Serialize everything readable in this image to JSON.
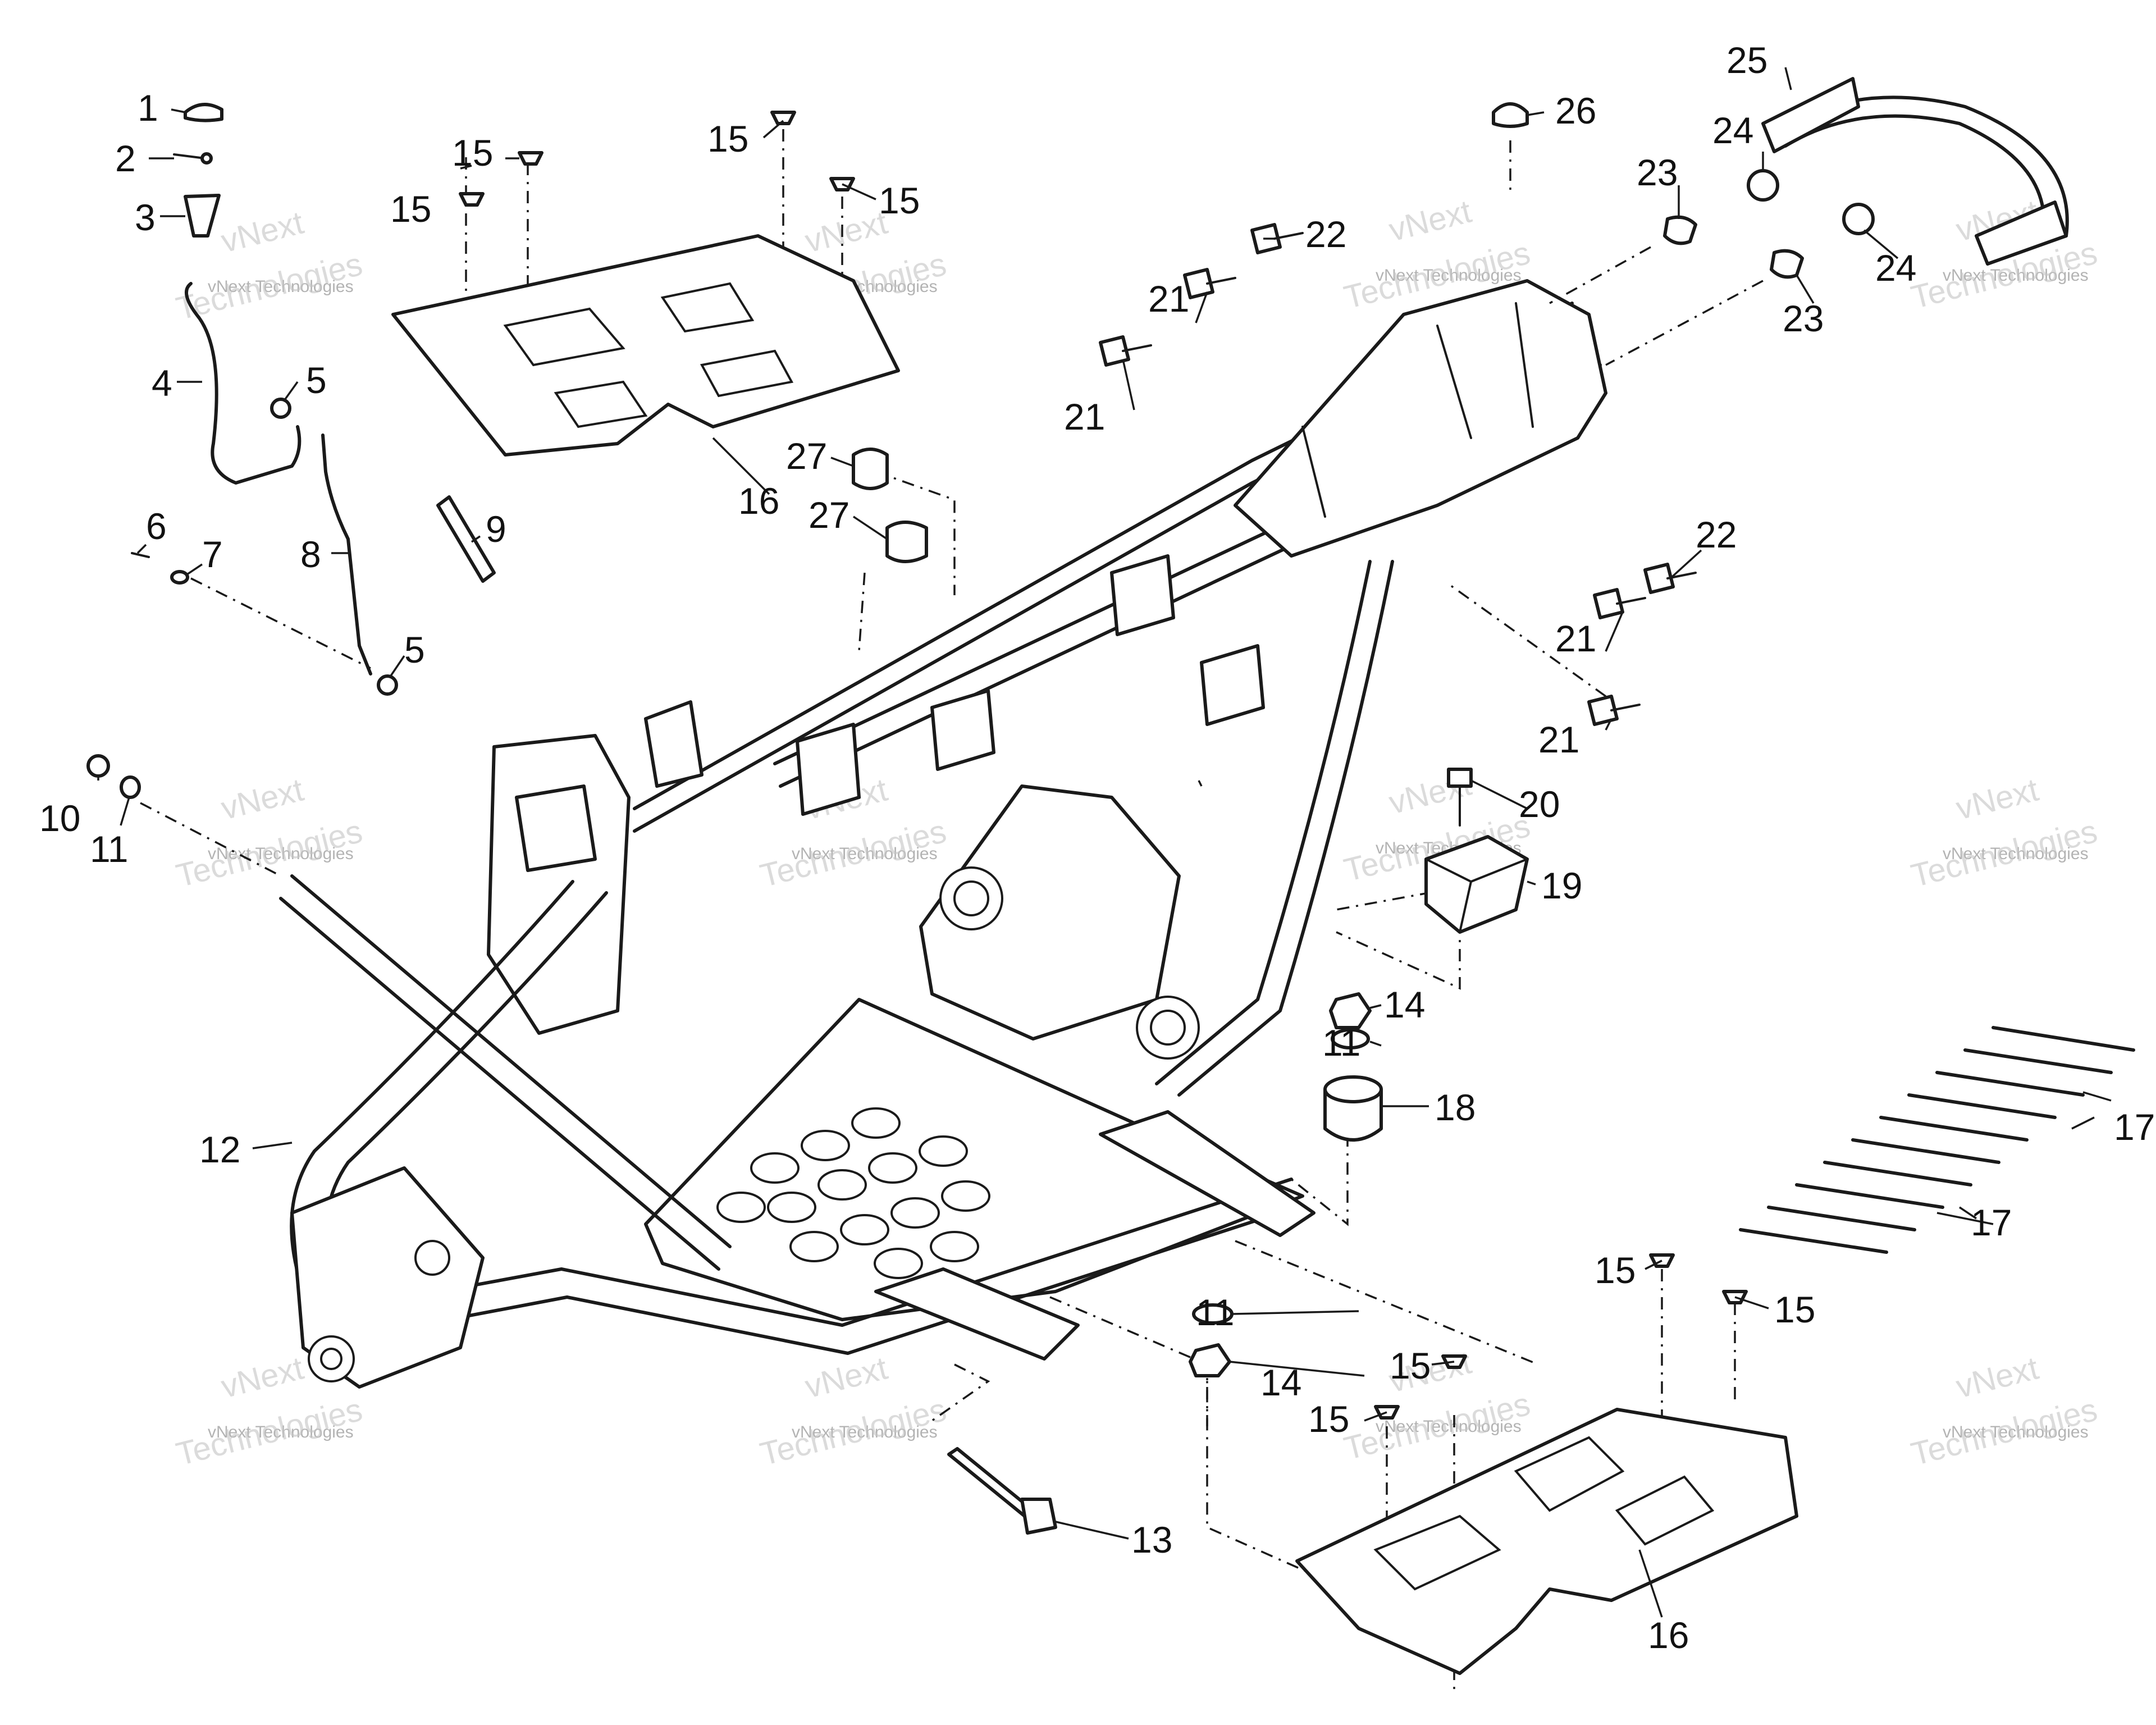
{
  "diagram": {
    "callouts": [
      {
        "id": "c1",
        "label": "1"
      },
      {
        "id": "c2",
        "label": "2"
      },
      {
        "id": "c3",
        "label": "3"
      },
      {
        "id": "c4",
        "label": "4"
      },
      {
        "id": "c5a",
        "label": "5"
      },
      {
        "id": "c5b",
        "label": "5"
      },
      {
        "id": "c6",
        "label": "6"
      },
      {
        "id": "c7",
        "label": "7"
      },
      {
        "id": "c8",
        "label": "8"
      },
      {
        "id": "c9",
        "label": "9"
      },
      {
        "id": "c10",
        "label": "10"
      },
      {
        "id": "c11a",
        "label": "11"
      },
      {
        "id": "c11b",
        "label": "11"
      },
      {
        "id": "c11c",
        "label": "11"
      },
      {
        "id": "c12",
        "label": "12"
      },
      {
        "id": "c13",
        "label": "13"
      },
      {
        "id": "c14a",
        "label": "14"
      },
      {
        "id": "c14b",
        "label": "14"
      },
      {
        "id": "c15a",
        "label": "15"
      },
      {
        "id": "c15b",
        "label": "15"
      },
      {
        "id": "c15c",
        "label": "15"
      },
      {
        "id": "c15d",
        "label": "15"
      },
      {
        "id": "c15e",
        "label": "15"
      },
      {
        "id": "c15f",
        "label": "15"
      },
      {
        "id": "c15g",
        "label": "15"
      },
      {
        "id": "c15h",
        "label": "15"
      },
      {
        "id": "c16a",
        "label": "16"
      },
      {
        "id": "c16b",
        "label": "16"
      },
      {
        "id": "c17a",
        "label": "17"
      },
      {
        "id": "c17b",
        "label": "17"
      },
      {
        "id": "c18",
        "label": "18"
      },
      {
        "id": "c19",
        "label": "19"
      },
      {
        "id": "c20",
        "label": "20"
      },
      {
        "id": "c21a",
        "label": "21"
      },
      {
        "id": "c21b",
        "label": "21"
      },
      {
        "id": "c21c",
        "label": "21"
      },
      {
        "id": "c21d",
        "label": "21"
      },
      {
        "id": "c22a",
        "label": "22"
      },
      {
        "id": "c22b",
        "label": "22"
      },
      {
        "id": "c23a",
        "label": "23"
      },
      {
        "id": "c23b",
        "label": "23"
      },
      {
        "id": "c24a",
        "label": "24"
      },
      {
        "id": "c24b",
        "label": "24"
      },
      {
        "id": "c25",
        "label": "25"
      },
      {
        "id": "c26",
        "label": "26"
      },
      {
        "id": "c27a",
        "label": "27"
      },
      {
        "id": "c27b",
        "label": "27"
      }
    ],
    "watermark": {
      "line1": "vNext",
      "line2": "vNext Technologies",
      "line3": "Technologies"
    }
  }
}
